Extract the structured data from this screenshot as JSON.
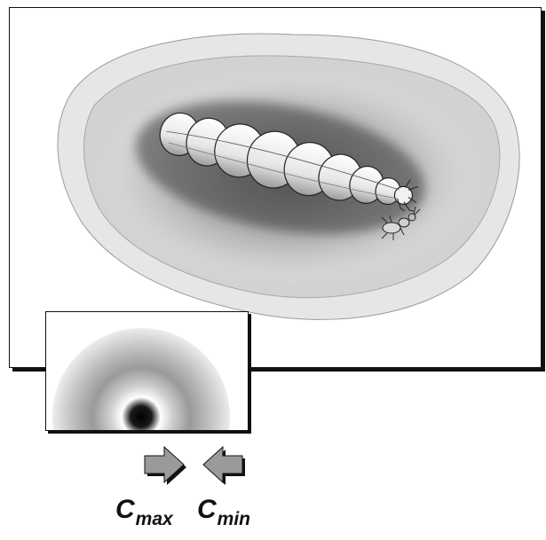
{
  "figure": {
    "symbol_left": "C",
    "subscript_left": "max",
    "symbol_right": "C",
    "subscript_right": "min"
  }
}
